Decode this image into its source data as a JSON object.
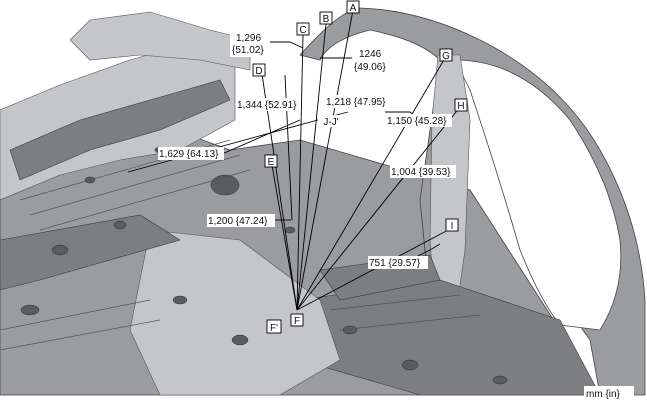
{
  "points": [
    {
      "id": "A",
      "label": "A"
    },
    {
      "id": "B",
      "label": "B"
    },
    {
      "id": "C",
      "label": "C"
    },
    {
      "id": "D",
      "label": "D"
    },
    {
      "id": "E",
      "label": "E"
    },
    {
      "id": "F",
      "label": "F"
    },
    {
      "id": "Fp",
      "label": "F'"
    },
    {
      "id": "G",
      "label": "G"
    },
    {
      "id": "H",
      "label": "H"
    },
    {
      "id": "I",
      "label": "I"
    },
    {
      "id": "JJp",
      "label": "J-J'"
    }
  ],
  "measurements": [
    {
      "id": "m1296",
      "text": "1,296",
      "sub": "{51.02}"
    },
    {
      "id": "m1246",
      "text": "1246",
      "sub": "{49.06}"
    },
    {
      "id": "m1344",
      "text": "1,344 {52.91}"
    },
    {
      "id": "m1218",
      "text": "1,218 {47.95}"
    },
    {
      "id": "m1629",
      "text": "1,629 {64.13}"
    },
    {
      "id": "m1150",
      "text": "1,150 {45.28}"
    },
    {
      "id": "m1004",
      "text": "1,004 {39.53}"
    },
    {
      "id": "m1200",
      "text": "1,200 {47.24}"
    },
    {
      "id": "m751",
      "text": "751 {29.57}"
    }
  ],
  "units": "mm {in}"
}
